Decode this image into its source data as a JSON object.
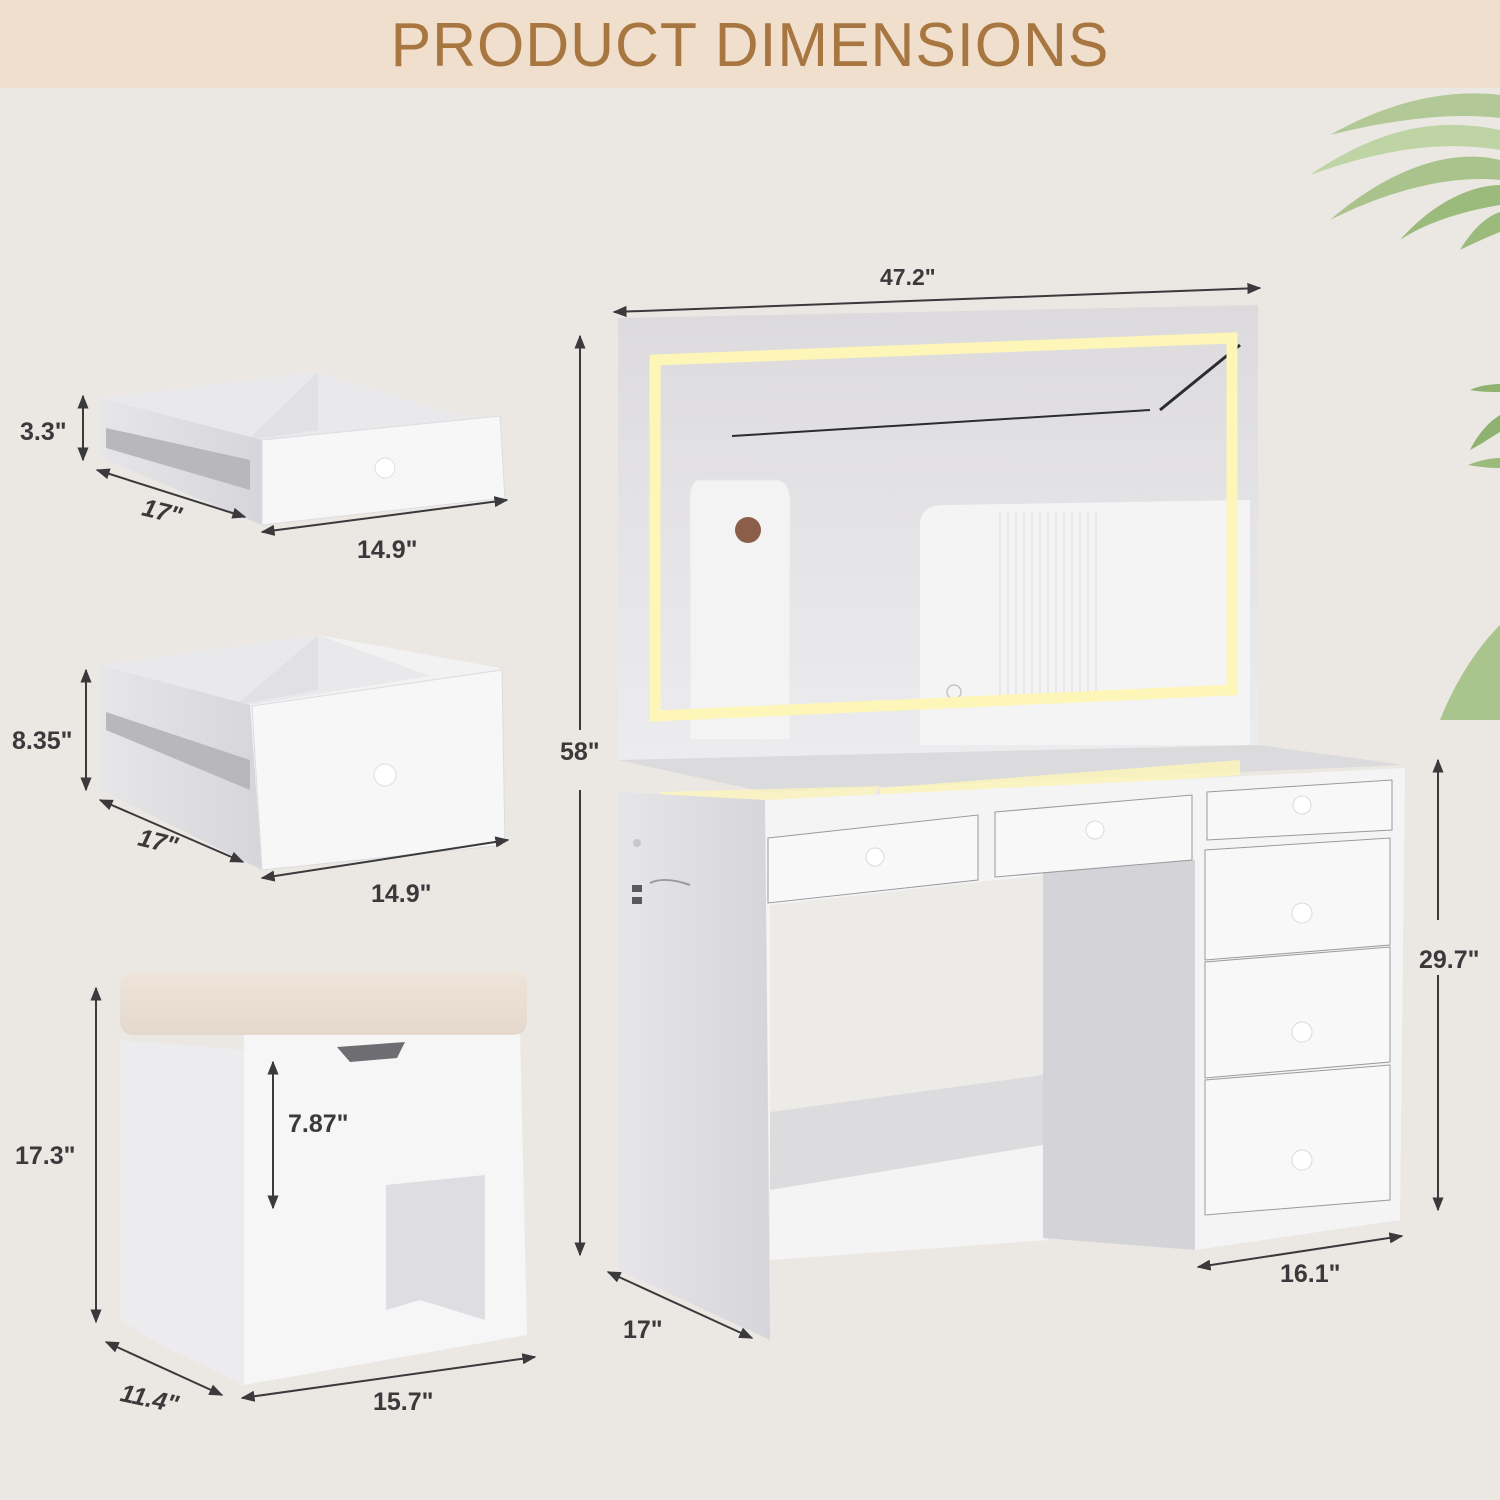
{
  "banner": {
    "title": "PRODUCT DIMENSIONS",
    "background_color": "#efdfcc",
    "text_color": "#a87640"
  },
  "background_color": "#ebe8e3",
  "small_drawer": {
    "name": "Small drawer",
    "height": "3.3\"",
    "depth": "17\"",
    "width": "14.9\""
  },
  "large_drawer": {
    "name": "Large drawer",
    "height": "8.35\"",
    "depth": "17\"",
    "width": "14.9\""
  },
  "stool": {
    "name": "Storage stool",
    "height": "17.3\"",
    "storage_depth": "7.87\"",
    "depth": "11.4\"",
    "width": "15.7\""
  },
  "vanity_desk": {
    "name": "Vanity desk with lighted mirror",
    "total_width": "47.2\"",
    "total_height": "58\"",
    "desk_height": "29.7\"",
    "cabinet_width": "16.1\"",
    "depth": "17\"",
    "top_drawers": 3,
    "side_drawers": 3,
    "mirror_light_color": "#fdf6b8"
  },
  "decor": {
    "plant": "palm leaves"
  }
}
